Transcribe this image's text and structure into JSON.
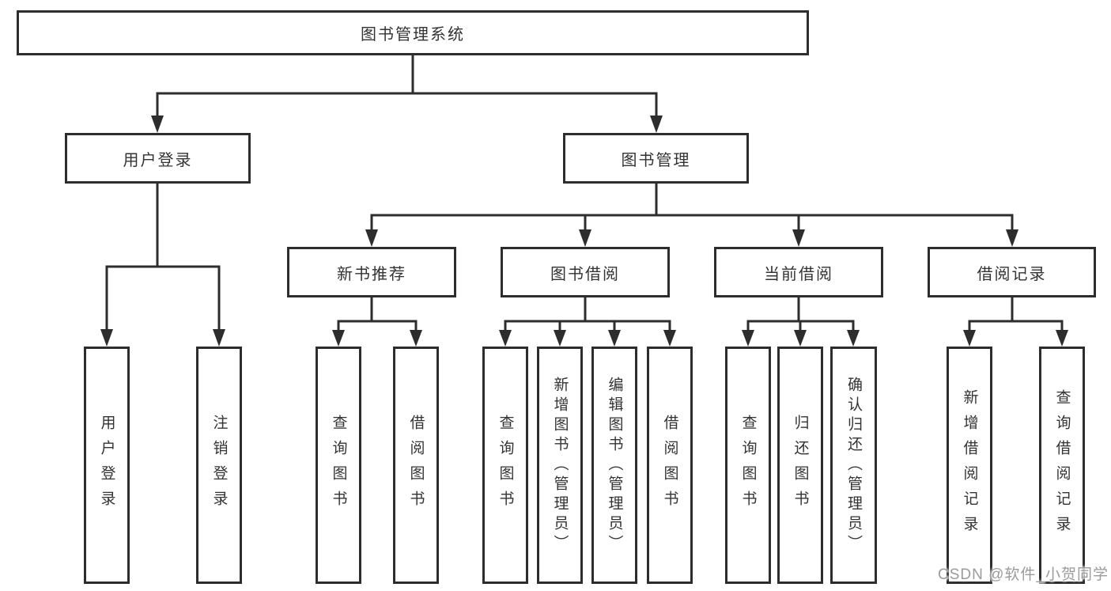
{
  "diagram": {
    "title": "图书管理系统",
    "level2": [
      {
        "label": "用户登录"
      },
      {
        "label": "图书管理"
      }
    ],
    "level3": [
      {
        "label": "新书推荐"
      },
      {
        "label": "图书借阅"
      },
      {
        "label": "当前借阅"
      },
      {
        "label": "借阅记录"
      }
    ],
    "leaves": [
      {
        "label": "用户登录"
      },
      {
        "label": "注销登录"
      },
      {
        "label": "查询图书"
      },
      {
        "label": "借阅图书"
      },
      {
        "label": "查询图书"
      },
      {
        "label": "新增图书（管理员）"
      },
      {
        "label": "编辑图书（管理员）"
      },
      {
        "label": "借阅图书"
      },
      {
        "label": "查询图书"
      },
      {
        "label": "归还图书"
      },
      {
        "label": "确认归还（管理员）"
      },
      {
        "label": "新增借阅记录"
      },
      {
        "label": "查询借阅记录"
      }
    ]
  },
  "watermark": {
    "text": "CSDN @软件_小贺同学"
  },
  "colors": {
    "line": "#2d2d2d",
    "text": "#333333",
    "watermark": "#9b9b9b",
    "background": "#ffffff"
  }
}
